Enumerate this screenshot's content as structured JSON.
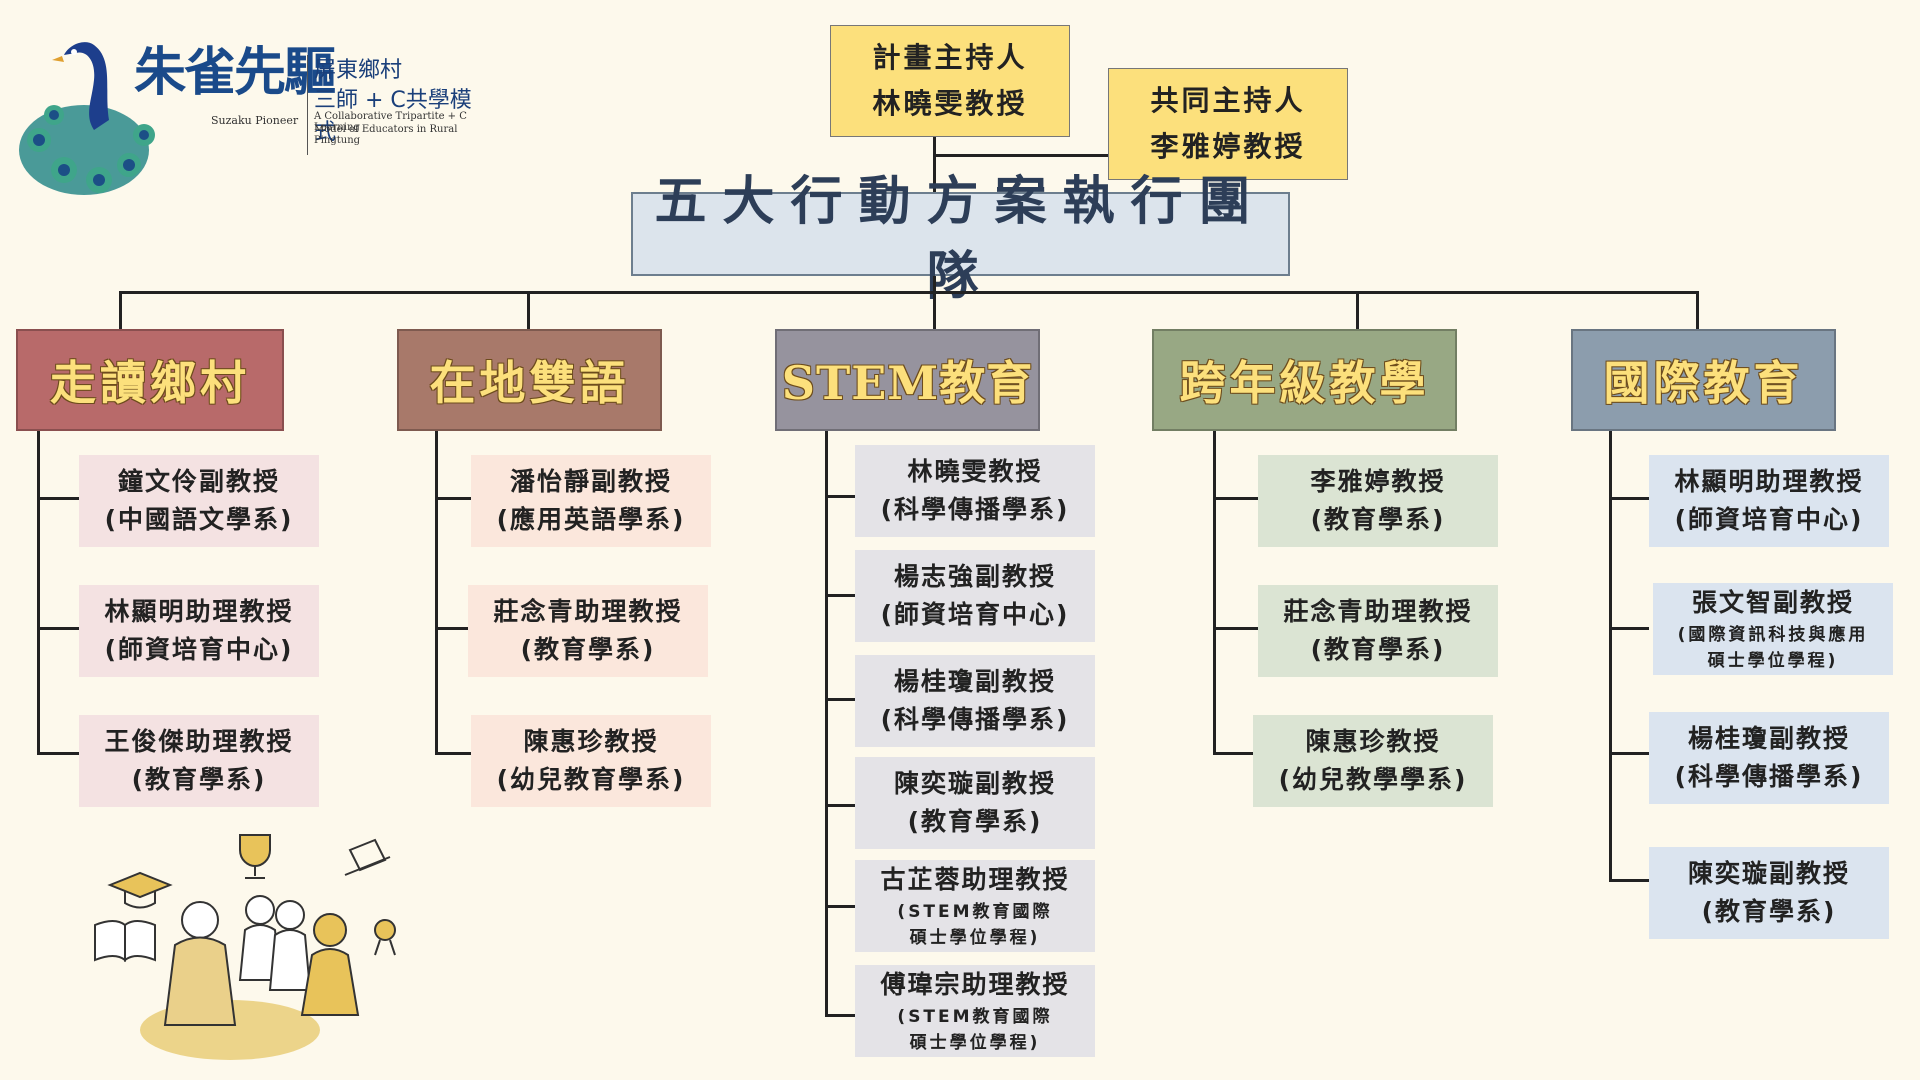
{
  "logo": {
    "title": "朱雀先驅",
    "subtitle_en": "Suzaku Pioneer",
    "line1": "屏東鄉村",
    "line2": "三師 + C共學模式",
    "en_line1": "A Collaborative Tripartite + C Learning",
    "en_line2": "Model of Educators in Rural Pingtung",
    "icon": "peacock-icon"
  },
  "leaders": {
    "pi_title": "計畫主持人",
    "pi_name": "林曉雯教授",
    "copi_title": "共同主持人",
    "copi_name": "李雅婷教授"
  },
  "team_title": "五大行動方案執行團隊",
  "categories": [
    {
      "label": "走讀鄉村",
      "color": "#b86a6a",
      "member_bg": "#f4e2e2",
      "members": [
        {
          "name": "鐘文伶副教授",
          "dept": "(中國語文學系)"
        },
        {
          "name": "林顯明助理教授",
          "dept": "(師資培育中心)"
        },
        {
          "name": "王俊傑助理教授",
          "dept": "(教育學系)"
        }
      ]
    },
    {
      "label": "在地雙語",
      "color": "#a8796a",
      "member_bg": "#fbe7dc",
      "members": [
        {
          "name": "潘怡靜副教授",
          "dept": "(應用英語學系)"
        },
        {
          "name": "莊念青助理教授",
          "dept": "(教育學系)"
        },
        {
          "name": "陳惠珍教授",
          "dept": "(幼兒教育學系)"
        }
      ]
    },
    {
      "label": "STEM教育",
      "color": "#96939e",
      "member_bg": "#e4e3e7",
      "members": [
        {
          "name": "林曉雯教授",
          "dept": "(科學傳播學系)"
        },
        {
          "name": "楊志強副教授",
          "dept": "(師資培育中心)"
        },
        {
          "name": "楊桂瓊副教授",
          "dept": "(科學傳播學系)"
        },
        {
          "name": "陳奕璇副教授",
          "dept": "(教育學系)"
        },
        {
          "name": "古芷蓉助理教授",
          "dept_l1": "(STEM教育國際",
          "dept_l2": "碩士學位學程)"
        },
        {
          "name": "傅瑋宗助理教授",
          "dept_l1": "(STEM教育國際",
          "dept_l2": "碩士學位學程)"
        }
      ]
    },
    {
      "label": "跨年級教學",
      "color": "#98a884",
      "member_bg": "#dbe4d3",
      "members": [
        {
          "name": "李雅婷教授",
          "dept": "(教育學系)"
        },
        {
          "name": "莊念青助理教授",
          "dept": "(教育學系)"
        },
        {
          "name": "陳惠珍教授",
          "dept": "(幼兒教學學系)"
        }
      ]
    },
    {
      "label": "國際教育",
      "color": "#8c9dad",
      "member_bg": "#dbe4ef",
      "members": [
        {
          "name": "林顯明助理教授",
          "dept": "(師資培育中心)"
        },
        {
          "name": "張文智副教授",
          "dept_l1": "(國際資訊科技與應用",
          "dept_l2": "碩士學位學程)"
        },
        {
          "name": "楊桂瓊副教授",
          "dept": "(科學傳播學系)"
        },
        {
          "name": "陳奕璇副教授",
          "dept": "(教育學系)"
        }
      ]
    }
  ]
}
